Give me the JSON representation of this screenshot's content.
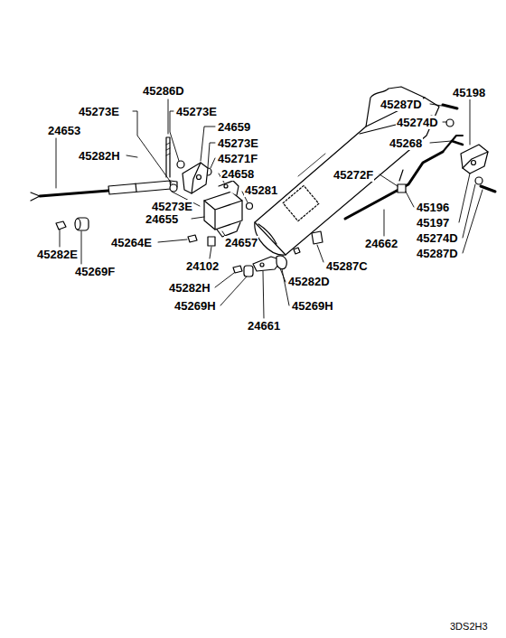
{
  "diagram": {
    "labels": [
      "45286D",
      "45273E",
      "24653",
      "45273E",
      "24659",
      "45282H",
      "45273E",
      "45271F",
      "24658",
      "45273E",
      "45281",
      "24655",
      "24657",
      "45264E",
      "45282E",
      "45269F",
      "24102",
      "45282H",
      "45269H",
      "24661",
      "45282D",
      "45269H",
      "45287C",
      "45287D",
      "45198",
      "45274D",
      "45268",
      "45272F",
      "45196",
      "24662",
      "45197",
      "45274D",
      "45287D",
      "3DS2H3"
    ]
  }
}
